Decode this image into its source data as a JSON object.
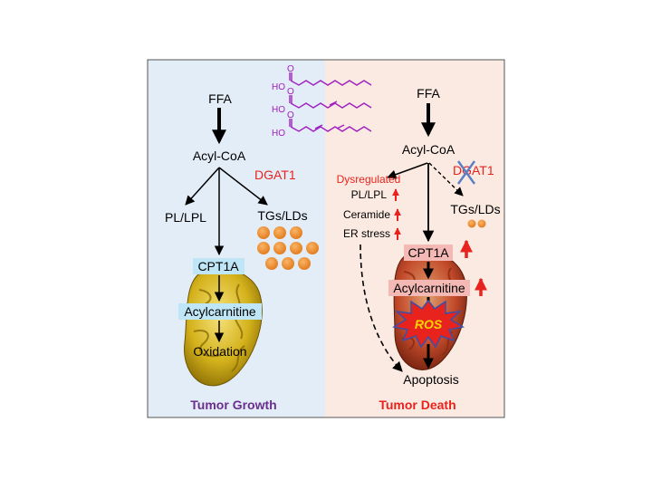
{
  "left_panel": {
    "ffa": "FFA",
    "acyl_coa": "Acyl-CoA",
    "dgat1": "DGAT1",
    "pl_lpl": "PL/LPL",
    "tgs_lds": "TGs/LDs",
    "cpt1a": "CPT1A",
    "acylcarnitine": "Acylcarnitine",
    "oxidation": "Oxidation",
    "footer": "Tumor Growth"
  },
  "right_panel": {
    "ffa": "FFA",
    "acyl_coa": "Acyl-CoA",
    "dgat1": "DGAT1",
    "dysregulated": "Dysregulated",
    "pl_lpl": "PL/LPL",
    "ceramide": "Ceramide",
    "er_stress": "ER stress",
    "tgs_lds": "TGs/LDs",
    "cpt1a": "CPT1A",
    "acylcarnitine": "Acylcarnitine",
    "ros": "ROS",
    "apoptosis": "Apoptosis",
    "footer": "Tumor Death"
  },
  "fatty_acids": {
    "ho_label": "HO",
    "o_label": "O"
  },
  "colors": {
    "left_bg": "#e3edf8",
    "right_bg": "#fbeae2",
    "red_text": "#e8231d",
    "purple_text": "#6a2f8e",
    "lipid_droplet": "#ef8a22",
    "mito_gold": "#d4b21c",
    "mito_red": "#c24a2a",
    "ros_burst": "#e8231d",
    "ros_text": "#ffd400",
    "label_blue_box": "#bfe6f6",
    "label_pink_box": "#f4b9b5",
    "fatty_acid_line": "#a020c0"
  }
}
